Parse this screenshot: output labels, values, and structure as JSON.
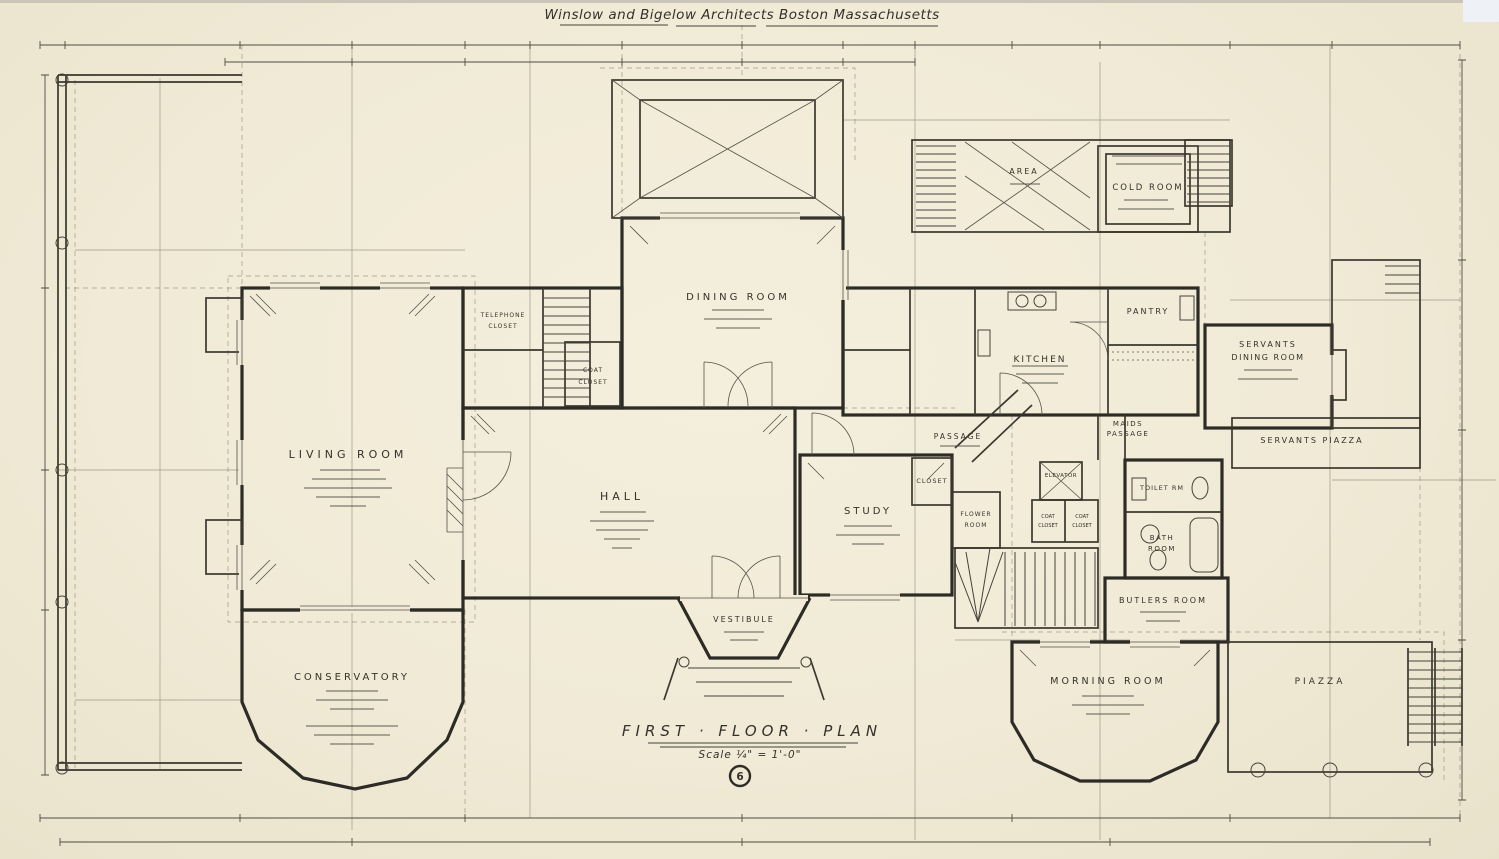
{
  "header": {
    "architects": "Winslow and Bigelow Architects Boston Massachusetts"
  },
  "titleblock": {
    "caption": "FIRST · FLOOR · PLAN",
    "scale": "Scale ¼\" = 1'-0\"",
    "sheet": "6"
  },
  "colors": {
    "paper": "#f0ead6",
    "ink": "#2d2b25",
    "faint_line": "#756f5e"
  },
  "rooms": {
    "living_room": {
      "label": "LIVING ROOM"
    },
    "dining_room": {
      "label": "DINING ROOM"
    },
    "hall": {
      "label": "HALL"
    },
    "study": {
      "label": "STUDY"
    },
    "conservatory": {
      "label": "CONSERVATORY"
    },
    "vestibule": {
      "label": "VESTIBULE"
    },
    "morning_room": {
      "label": "MORNING ROOM"
    },
    "kitchen": {
      "label": "KITCHEN"
    },
    "pantry": {
      "label": "PANTRY"
    },
    "cold_room": {
      "label": "COLD ROOM"
    },
    "area": {
      "label": "AREA"
    },
    "servants_dining_room": {
      "lines": [
        "SERVANTS",
        "DINING ROOM"
      ]
    },
    "servants_piazza": {
      "label": "SERVANTS PIAZZA"
    },
    "piazza": {
      "label": "PIAZZA"
    },
    "bath_room": {
      "lines": [
        "BATH",
        "ROOM"
      ]
    },
    "toilet_room": {
      "label": "TOILET RM"
    },
    "butlers_room": {
      "label": "BUTLERS ROOM"
    },
    "passage": {
      "label": "PASSAGE"
    },
    "maids_passage": {
      "lines": [
        "MAIDS",
        "PASSAGE"
      ]
    },
    "closet": {
      "label": "CLOSET"
    },
    "coat_closet_hall": {
      "lines": [
        "COAT",
        "CLOSET"
      ]
    },
    "telephone_closet": {
      "lines": [
        "TELEPHONE",
        "CLOSET"
      ]
    },
    "flower_room": {
      "lines": [
        "FLOWER",
        "ROOM"
      ]
    },
    "elevator": {
      "label": "ELEVATOR"
    },
    "coat_closet_a": {
      "lines": [
        "COAT",
        "CLOSET"
      ]
    },
    "coat_closet_b": {
      "lines": [
        "COAT",
        "CLOSET"
      ]
    }
  }
}
